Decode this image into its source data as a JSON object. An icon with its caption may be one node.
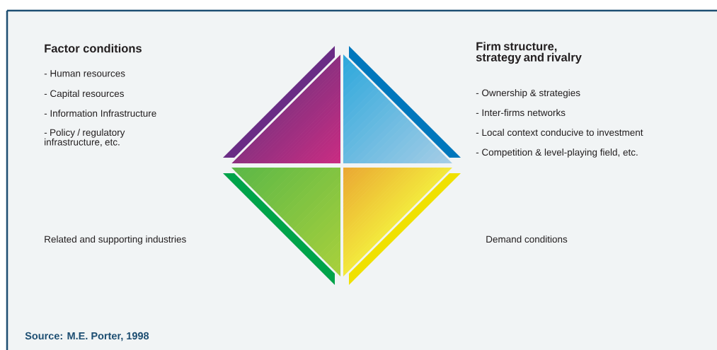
{
  "diagram": {
    "caption": "Source: M.E. Porter, 1998",
    "labels": [
      "Factor conditions",
      "- Human resources",
      "- Capital resources",
      "- Information Infrastructure",
      "- Policy / regulatory infrastructure, etc.",
      "Firm structure, strategy and rivalry",
      "- Ownership & strategies",
      "- Inter-firms networks",
      "- Local context conducive to investment",
      "- Competition & level-playing field, etc.",
      "Related and supporting industries",
      "Demand conditions"
    ]
  }
}
